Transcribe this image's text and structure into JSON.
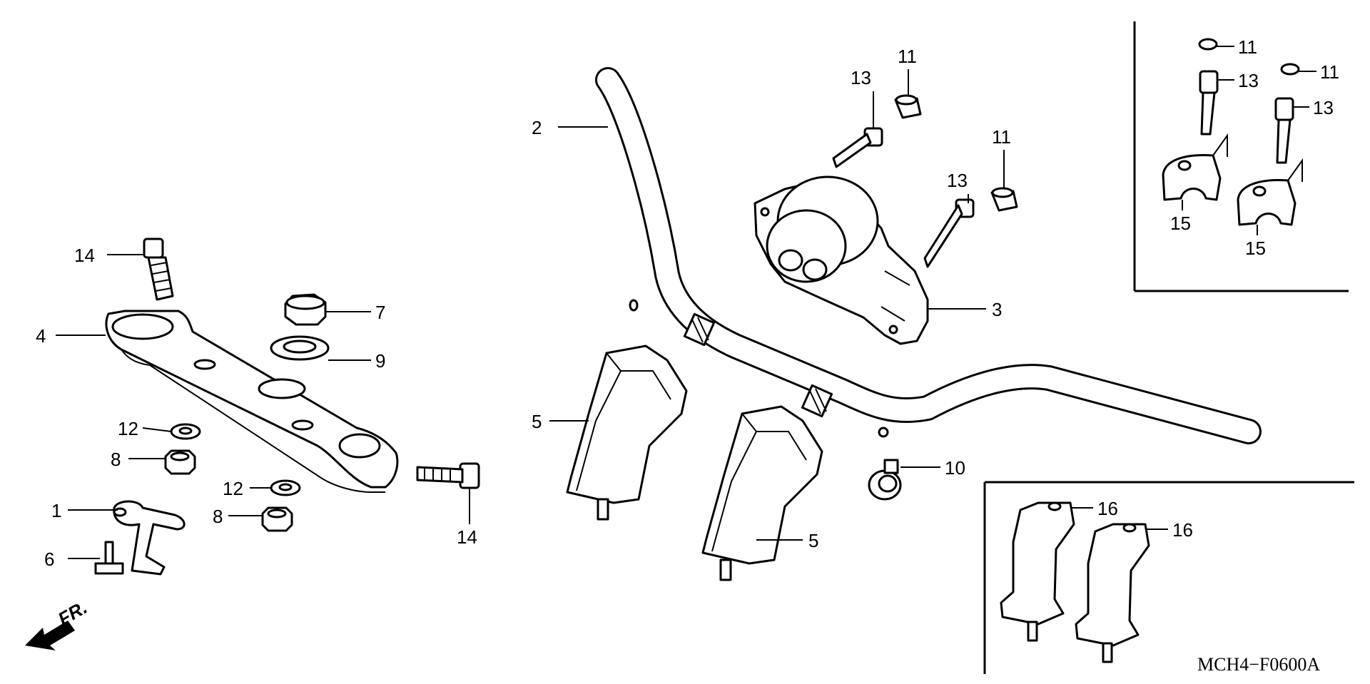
{
  "diagram": {
    "code": "MCH4−F0600A",
    "direction_label": "FR.",
    "callouts": {
      "c1": "1",
      "c2": "2",
      "c3": "3",
      "c4": "4",
      "c5a": "5",
      "c5b": "5",
      "c6": "6",
      "c7": "7",
      "c8a": "8",
      "c8b": "8",
      "c9": "9",
      "c10": "10",
      "c11a": "11",
      "c11b": "11",
      "c11c": "11",
      "c11d": "11",
      "c12a": "12",
      "c12b": "12",
      "c13a": "13",
      "c13b": "13",
      "c13c": "13",
      "c13d": "13",
      "c14a": "14",
      "c14b": "14",
      "c15a": "15",
      "c15b": "15",
      "c16a": "16",
      "c16b": "16"
    }
  }
}
